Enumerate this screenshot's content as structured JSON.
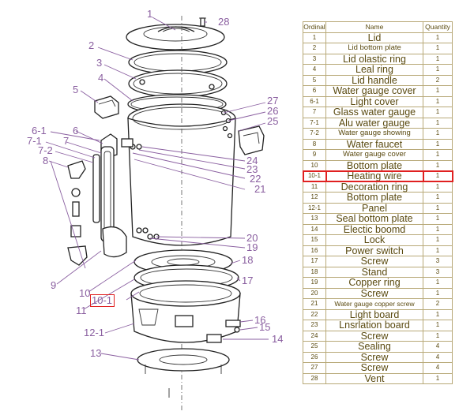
{
  "table": {
    "headers": {
      "ordinal": "Ordinal",
      "name": "Name",
      "quantity": "Quantity"
    },
    "rows": [
      {
        "ordinal": "1",
        "name": "Lid",
        "quantity": "1"
      },
      {
        "ordinal": "2",
        "name": "Lid bottom plate",
        "quantity": "1"
      },
      {
        "ordinal": "3",
        "name": "Lid olastic ring",
        "quantity": "1"
      },
      {
        "ordinal": "4",
        "name": "Leal ring",
        "quantity": "1"
      },
      {
        "ordinal": "5",
        "name": "Lid handle",
        "quantity": "2"
      },
      {
        "ordinal": "6",
        "name": "Water gauge cover",
        "quantity": "1"
      },
      {
        "ordinal": "6-1",
        "name": "Light cover",
        "quantity": "1"
      },
      {
        "ordinal": "7",
        "name": "Glass water gauge",
        "quantity": "1"
      },
      {
        "ordinal": "7-1",
        "name": "Alu water gauge",
        "quantity": "1"
      },
      {
        "ordinal": "7-2",
        "name": "Water gauge showing",
        "quantity": "1"
      },
      {
        "ordinal": "8",
        "name": "Water faucet",
        "quantity": "1"
      },
      {
        "ordinal": "9",
        "name": "Water gauge cover",
        "quantity": "1"
      },
      {
        "ordinal": "10",
        "name": "Bottom plate",
        "quantity": "1"
      },
      {
        "ordinal": "10-1",
        "name": "Heating wire",
        "quantity": "1"
      },
      {
        "ordinal": "11",
        "name": "Decoration ring",
        "quantity": "1"
      },
      {
        "ordinal": "12",
        "name": "Bottom plate",
        "quantity": "1"
      },
      {
        "ordinal": "12-1",
        "name": "Panel",
        "quantity": "1"
      },
      {
        "ordinal": "13",
        "name": "Seal bottom plate",
        "quantity": "1"
      },
      {
        "ordinal": "14",
        "name": "Electic boomd",
        "quantity": "1"
      },
      {
        "ordinal": "15",
        "name": "Lock",
        "quantity": "1"
      },
      {
        "ordinal": "16",
        "name": "Power switch",
        "quantity": "1"
      },
      {
        "ordinal": "17",
        "name": "Screw",
        "quantity": "3"
      },
      {
        "ordinal": "18",
        "name": "Stand",
        "quantity": "3"
      },
      {
        "ordinal": "19",
        "name": "Copper ring",
        "quantity": "1"
      },
      {
        "ordinal": "20",
        "name": "Screw",
        "quantity": "1"
      },
      {
        "ordinal": "21",
        "name": "Water gauge copper screw",
        "quantity": "2"
      },
      {
        "ordinal": "22",
        "name": "Light board",
        "quantity": "1"
      },
      {
        "ordinal": "23",
        "name": "Lnsrlation board",
        "quantity": "1"
      },
      {
        "ordinal": "24",
        "name": "Screw",
        "quantity": "1"
      },
      {
        "ordinal": "25",
        "name": "Sealing",
        "quantity": "4"
      },
      {
        "ordinal": "26",
        "name": "Screw",
        "quantity": "4"
      },
      {
        "ordinal": "27",
        "name": "Screw",
        "quantity": "4"
      },
      {
        "ordinal": "28",
        "name": "Vent",
        "quantity": "1"
      }
    ],
    "highlighted_ordinal": "10-1"
  },
  "diagram": {
    "callouts": {
      "c1": "1",
      "c2": "2",
      "c3": "3",
      "c4": "4",
      "c5": "5",
      "c6_1": "6-1",
      "c6": "6",
      "c7_1": "7-1",
      "c7": "7",
      "c7_2": "7-2",
      "c8": "8",
      "c9": "9",
      "c10": "10",
      "c10_1": "10-1",
      "c11": "11",
      "c12_1": "12-1",
      "c13": "13",
      "c14": "14",
      "c15": "15",
      "c16": "16",
      "c17": "17",
      "c18": "18",
      "c19": "19",
      "c20": "20",
      "c21": "21",
      "c22": "22",
      "c23": "23",
      "c24": "24",
      "c25": "25",
      "c26": "26",
      "c27": "27",
      "c28": "28"
    },
    "highlight_color": "#e02020",
    "callout_color": "#8a5fa0"
  }
}
